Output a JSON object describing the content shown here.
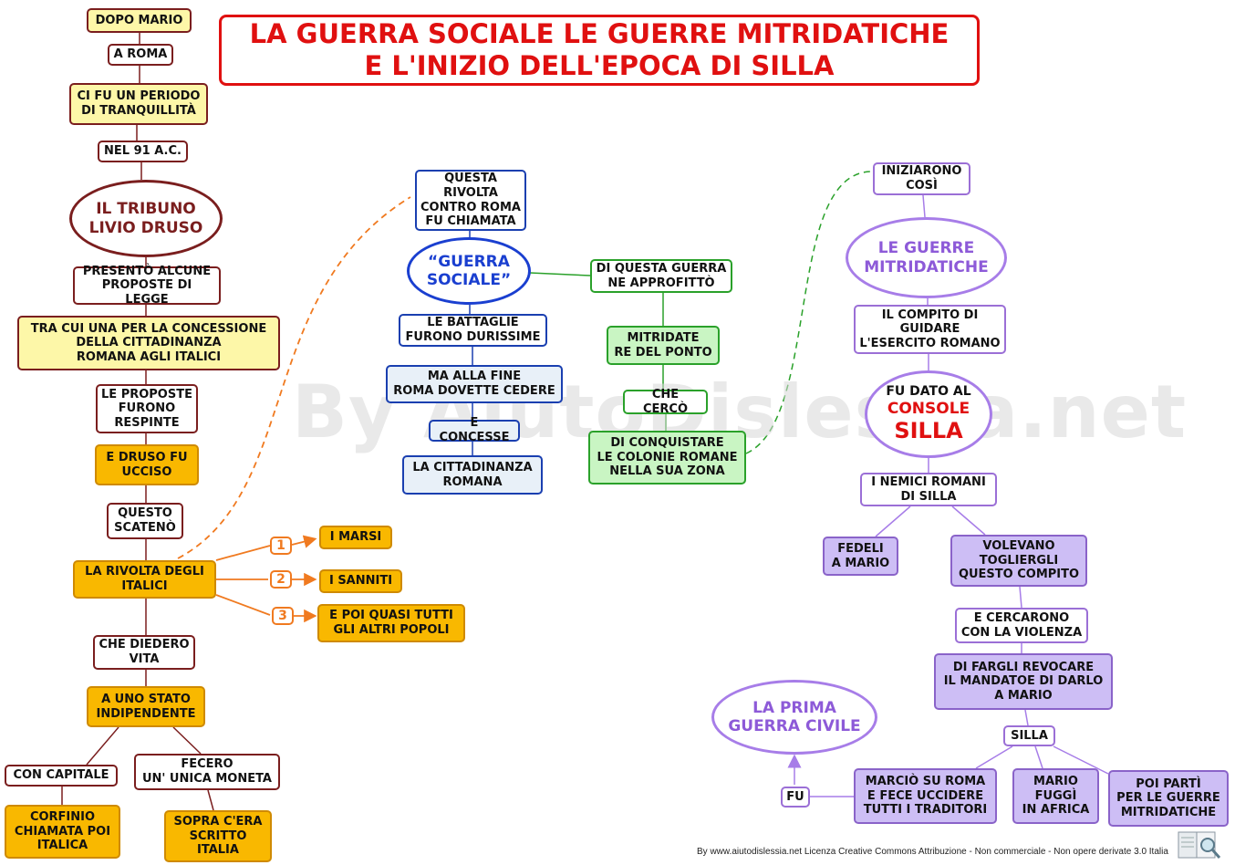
{
  "title": {
    "line1": "LA GUERRA SOCIALE  LE GUERRE MITRIDATICHE",
    "line2": "E L'INIZIO DELL'EPOCA DI SILLA"
  },
  "watermark": "By AiutoDislessia.net",
  "footer": "By www.aiutodislessia.net Licenza Creative Commons Attribuzione - Non commerciale - Non opere derivate 3.0 Italia",
  "colors": {
    "title": "#e01010",
    "maroon": "#7a1e1e",
    "blue": "#1a3fd0",
    "green": "#2aa12a",
    "violet": "#a77de8",
    "orange": "#f9b800",
    "yellow": "#fdf7a8",
    "arrow_orange": "#f07a20"
  },
  "left": {
    "dopo_mario": "DOPO MARIO",
    "a_roma": "A ROMA",
    "periodo": "CI FU UN PERIODO\nDI TRANQUILLITÀ",
    "nel_91": "NEL 91 A.C.",
    "tribuno": "IL TRIBUNO\nLIVIO DRUSO",
    "presento": "PRESENTÒ ALCUNE\nPROPOSTE DI LEGGE",
    "tra_cui": "TRA CUI UNA PER LA CONCESSIONE\nDELLA CITTADINANZA\nROMANA AGLI ITALICI",
    "proposte": "LE PROPOSTE\nFURONO\nRESPINTE",
    "druso_ucciso": "E  DRUSO FU\nUCCISO",
    "questo_scateno": "QUESTO\nSCATENÒ",
    "rivolta": "LA RIVOLTA DEGLI\nITALICI",
    "che_diedero": "CHE DIEDERO\nVITA",
    "stato": "A UNO STATO\nINDIPENDENTE",
    "con_capitale": "CON  CAPITALE",
    "fecero": "FECERO\nUN' UNICA  MONETA",
    "corfinio": "CORFINIO\nCHIAMATA POI\nITALICA",
    "sopra": "SOPRA C'ERA\nSCRITTO\nITALIA",
    "marsi": "I MARSI",
    "sanniti": "I SANNITI",
    "altri": "E POI QUASI TUTTI\nGLI ALTRI POPOLI",
    "nums": [
      "1",
      "2",
      "3"
    ]
  },
  "center": {
    "questa_rivolta": "QUESTA\nRIVOLTA\nCONTRO ROMA\nFU CHIAMATA",
    "guerra_sociale": "“GUERRA\nSOCIALE”",
    "battaglie": "LE BATTAGLIE\nFURONO DURISSIME",
    "alla_fine": "MA ALLA FINE\nROMA DOVETTE CEDERE",
    "concesse": "E CONCESSE",
    "cittadinanza": "LA CITTADINANZA\nROMANA",
    "approfitto": "DI QUESTA GUERRA\nNE APPROFITTÒ",
    "mitridate": "MITRIDATE\nRE DEL PONTO",
    "cerco": "CHE CERCÒ",
    "conquistare": "DI CONQUISTARE\nLE COLONIE ROMANE\nNELLA SUA ZONA"
  },
  "right": {
    "iniziarono": "INIZIARONO\nCOSÌ",
    "guerre_mitridatiche": "LE GUERRE\nMITRIDATICHE",
    "compito": "IL COMPITO DI\nGUIDARE\nL'ESERCITO ROMANO",
    "fu_dato": "FU DATO AL",
    "console": "CONSOLE",
    "silla": "SILLA",
    "nemici": "I NEMICI ROMANI\nDI SILLA",
    "fedeli": "FEDELI\nA MARIO",
    "volevano": "VOLEVANO\nTOGLIERGLI\nQUESTO COMPITO",
    "cercarono": "E CERCARONO\nCON LA VIOLENZA",
    "revocare": "DI FARGLI REVOCARE\nIL MANDATOE DI DARLO\nA MARIO",
    "silla_box": "SILLA",
    "marcio": "MARCIÒ SU ROMA\nE FECE UCCIDERE\nTUTTI I TRADITORI",
    "mario_fuggi": "MARIO\nFUGGÌ\nIN AFRICA",
    "poi_parti": "POI PARTÌ\nPER LE GUERRE\nMITRIDATICHE",
    "fu": "FU",
    "prima_guerra": "LA PRIMA\nGUERRA CIVILE"
  }
}
